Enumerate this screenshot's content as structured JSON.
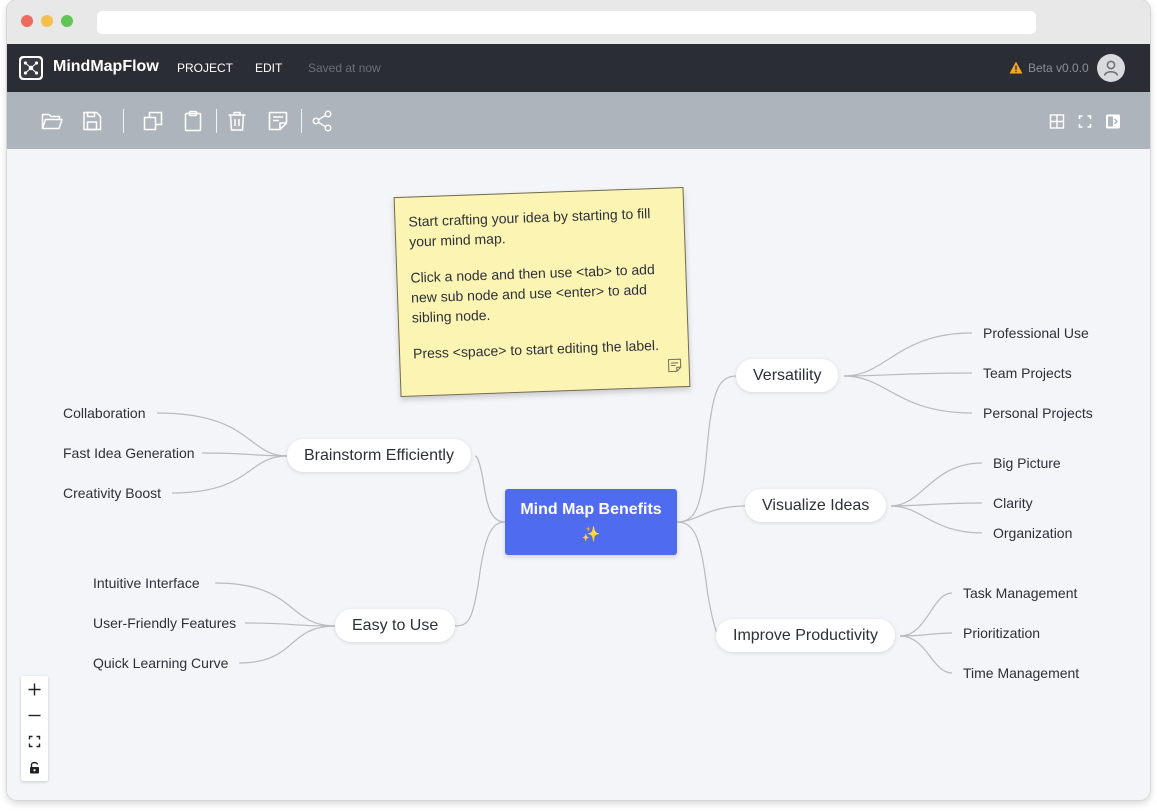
{
  "app": {
    "title": "MindMapFlow",
    "menu": [
      "PROJECT",
      "EDIT"
    ],
    "saved_status": "Saved at now",
    "version": "Beta v0.0.0"
  },
  "toolbar": {
    "icons": [
      "open-folder-icon",
      "save-icon",
      "copy-icon",
      "paste-icon",
      "delete-icon",
      "note-icon",
      "share-icon",
      "grid-icon",
      "fit-screen-icon",
      "toggle-panel-icon"
    ]
  },
  "sticky_note": {
    "paragraphs": [
      "Start crafting your idea by starting to fill your mind map.",
      "Click a node and then use <tab> to add new sub node and use <enter> to add sibling node.",
      "Press <space>  to start editing the label."
    ]
  },
  "mindmap": {
    "root": {
      "label": "Mind Map Benefits",
      "emoji": "✨"
    },
    "branches": [
      {
        "label": "Brainstorm Efficiently",
        "children": [
          "Collaboration",
          "Fast Idea Generation",
          "Creativity Boost"
        ]
      },
      {
        "label": "Easy to Use",
        "children": [
          "Intuitive Interface",
          "User-Friendly Features",
          "Quick Learning Curve"
        ]
      },
      {
        "label": "Versatility",
        "children": [
          "Professional Use",
          "Team Projects",
          "Personal Projects"
        ]
      },
      {
        "label": "Visualize Ideas",
        "children": [
          "Big Picture",
          "Clarity",
          "Organization"
        ]
      },
      {
        "label": "Improve Productivity",
        "children": [
          "Task Management",
          "Prioritization",
          "Time Management"
        ]
      }
    ]
  },
  "zoom_controls": [
    "zoom-in-icon",
    "zoom-out-icon",
    "fit-view-icon",
    "lock-icon"
  ],
  "colors": {
    "header_bg": "#2b2d34",
    "toolbar_bg": "#aeb4bb",
    "canvas_bg": "#f4f5f9",
    "root_node": "#4f6bf0",
    "sticky_note": "#fcf4b3",
    "warning": "#f5a623"
  }
}
